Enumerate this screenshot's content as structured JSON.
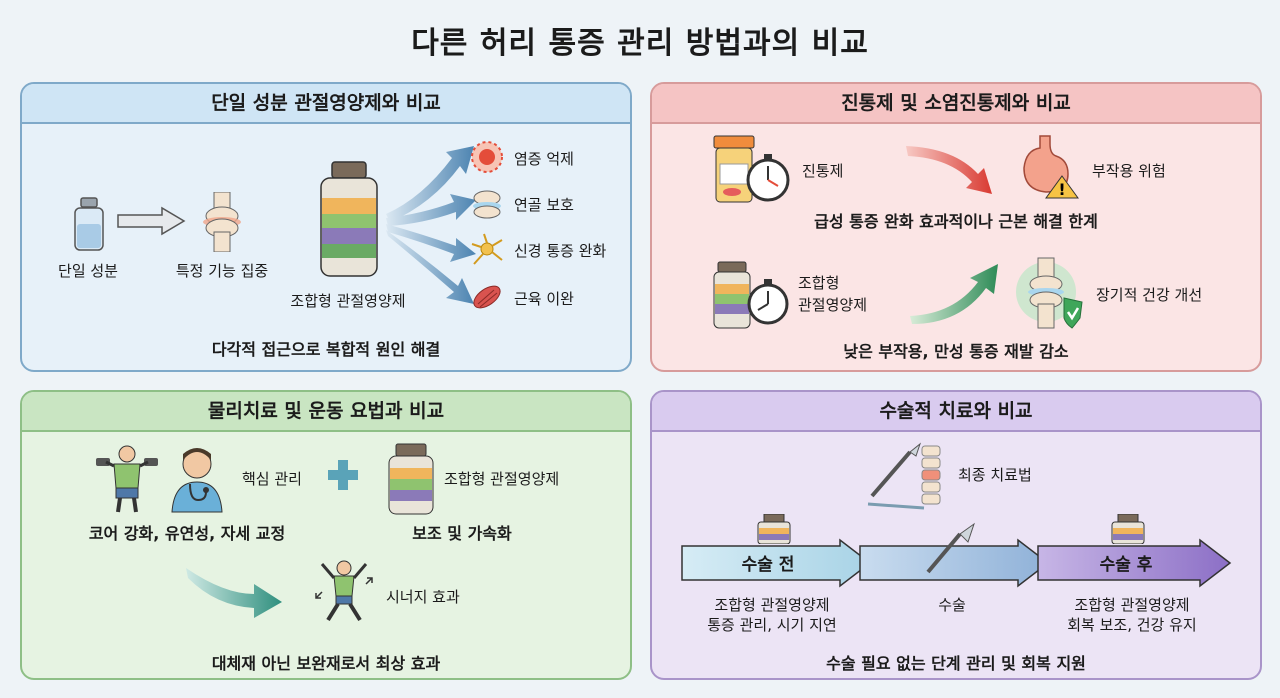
{
  "title": "다른 허리 통증 관리 방법과의 비교",
  "panels": {
    "single": {
      "header": "단일 성분 관절영양제와 비교",
      "single_label": "단일 성분",
      "specific_label": "특정 기능 집중",
      "combo_label": "조합형 관절영양제",
      "effects": [
        "염증 억제",
        "연골 보호",
        "신경 통증 완화",
        "근육 이완"
      ],
      "footer": "다각적 접근으로 복합적 원인 해결"
    },
    "painkiller": {
      "header": "진통제 및 소염진통제와 비교",
      "painkiller_label": "진통제",
      "side_effect_label": "부작용 위험",
      "note1": "급성 통증 완화 효과적이나 근본 해결 한계",
      "combo_label_1": "조합형",
      "combo_label_2": "관절영양제",
      "longterm_label": "장기적 건강 개선",
      "footer": "낮은 부작용, 만성 통증 재발 감소"
    },
    "physical": {
      "header": "물리치료 및 운동 요법과 비교",
      "core_label": "핵심 관리",
      "combo_label": "조합형 관절영양제",
      "core_desc": "코어 강화, 유연성, 자세 교정",
      "assist_desc": "보조 및 가속화",
      "synergy_label": "시너지 효과",
      "footer": "대체재 아닌 보완재로서 최상 효과"
    },
    "surgery": {
      "header": "수술적 치료와 비교",
      "final_label": "최종 치료법",
      "stages": [
        "수술 전",
        "수술",
        "수술 후"
      ],
      "before_desc_1": "조합형 관절영양제",
      "before_desc_2": "통증 관리, 시기 지연",
      "surgery_desc": "수술",
      "after_desc_1": "조합형 관절영양제",
      "after_desc_2": "회복 보조, 건강 유지",
      "footer": "수술 필요 없는 단계 관리 및 회복 지원"
    }
  },
  "colors": {
    "blue": "#7fa9c9",
    "red": "#d79b9b",
    "green": "#8ebf86",
    "purple": "#a994c9"
  }
}
